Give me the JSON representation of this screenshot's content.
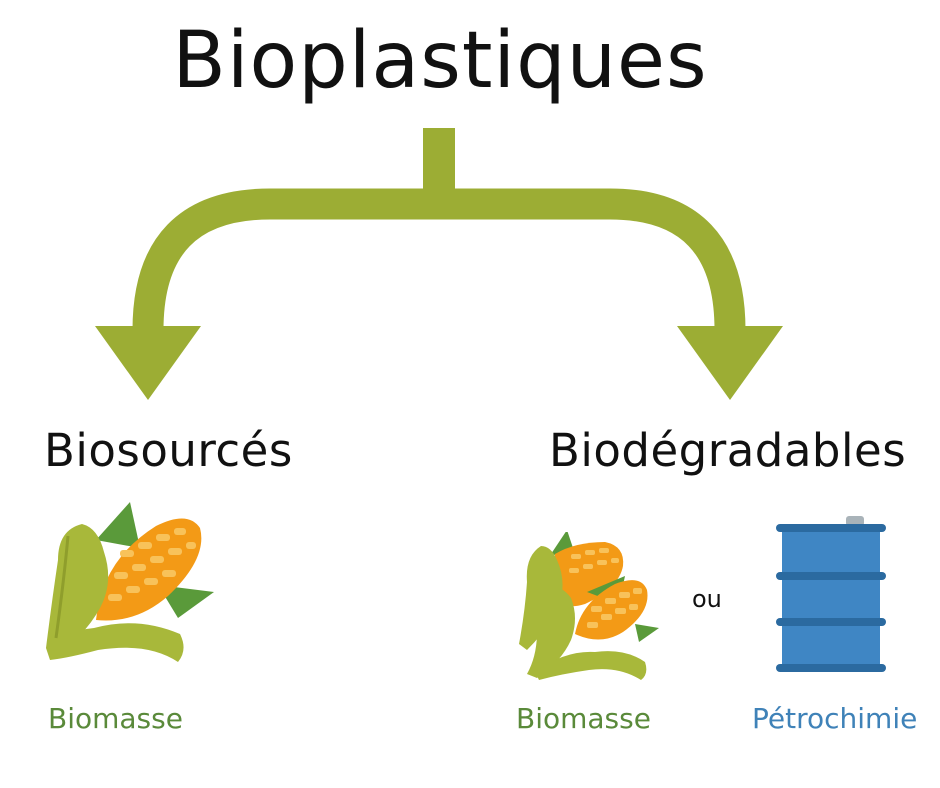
{
  "title": "Bioplastiques",
  "branches": {
    "left": {
      "heading": "Biosourcés",
      "source_label": "Biomasse",
      "icon": "corn-icon"
    },
    "right": {
      "heading": "Biodégradables",
      "source_label": "Biomasse",
      "connector": "ou",
      "alt_label": "Pétrochimie",
      "icons": [
        "corn-icon",
        "oil-barrel-icon"
      ]
    }
  },
  "colors": {
    "arrow": "#9cad34",
    "biomasse_text": "#5a8a3a",
    "petrochimie_text": "#3f82b8",
    "corn_kernel": "#f39a16",
    "corn_husk": "#a8b83a",
    "corn_leaf": "#5a9a3a",
    "barrel": "#3f86c4",
    "barrel_band": "#2b6aa0"
  }
}
